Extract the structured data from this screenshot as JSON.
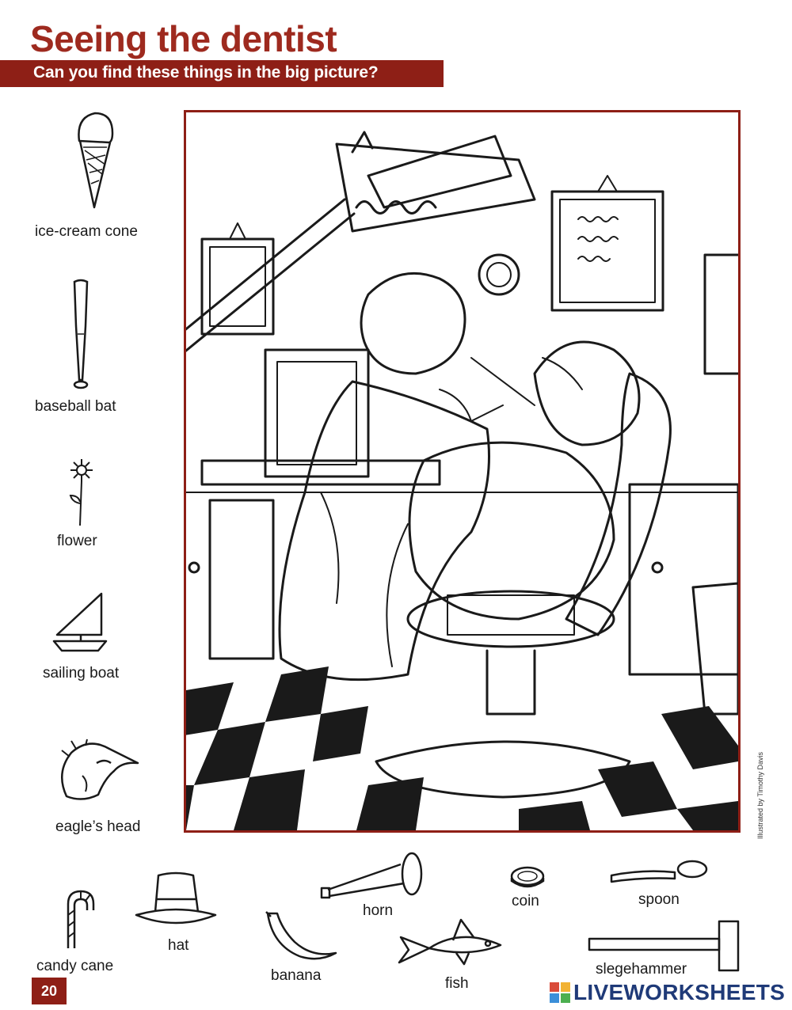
{
  "header": {
    "title": "Seeing the dentist",
    "subtitle": "Can you find these things in the big picture?"
  },
  "illustration": {
    "credit": "Illustrated by Timothy Davis"
  },
  "items": [
    {
      "label": "ice-cream cone",
      "icon": "ice-cream-cone-icon"
    },
    {
      "label": "baseball bat",
      "icon": "baseball-bat-icon"
    },
    {
      "label": "flower",
      "icon": "flower-icon"
    },
    {
      "label": "sailing boat",
      "icon": "sailing-boat-icon"
    },
    {
      "label": "eagle’s head",
      "icon": "eagle-head-icon"
    },
    {
      "label": "candy cane",
      "icon": "candy-cane-icon"
    },
    {
      "label": "hat",
      "icon": "hat-icon"
    },
    {
      "label": "banana",
      "icon": "banana-icon"
    },
    {
      "label": "horn",
      "icon": "horn-icon"
    },
    {
      "label": "fish",
      "icon": "fish-icon"
    },
    {
      "label": "coin",
      "icon": "coin-icon"
    },
    {
      "label": "spoon",
      "icon": "spoon-icon"
    },
    {
      "label": "slegehammer",
      "icon": "sledgehammer-icon"
    }
  ],
  "footer": {
    "page_number": "20",
    "brand": "LIVEWORKSHEETS"
  },
  "colors": {
    "title": "#9e2a1f",
    "bar": "#8e1f16",
    "brand": "#1f3a78"
  }
}
